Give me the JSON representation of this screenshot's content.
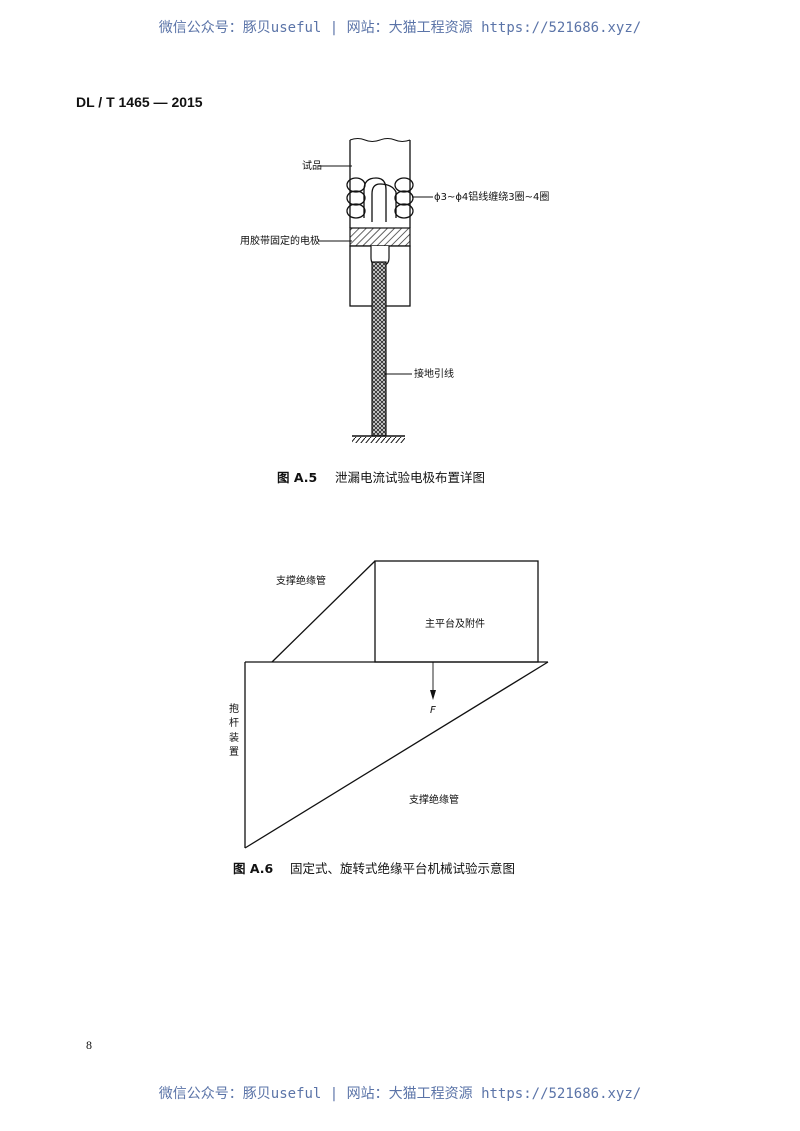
{
  "watermark": "微信公众号：豚贝useful | 网站：大猫工程资源 https://521686.xyz/",
  "header": {
    "standard_code": "DL / T 1465 — 2015"
  },
  "figure_a5": {
    "label_specimen": "试品",
    "label_winding": "ϕ3~ϕ4铝线缠绕3圈~4圈",
    "label_electrode": "用胶带固定的电极",
    "label_ground_lead": "接地引线",
    "caption_number": "图 A.5",
    "caption_title": "泄漏电流试验电极布置详图"
  },
  "figure_a6": {
    "label_support_tube_top": "支撑绝缘管",
    "label_main_platform": "主平台及附件",
    "label_force": "F",
    "label_clamp_device": [
      "抱",
      "杆",
      "装",
      "置"
    ],
    "label_support_tube_bottom": "支撑绝缘管",
    "caption_number": "图 A.6",
    "caption_title": "固定式、旋转式绝缘平台机械试验示意图"
  },
  "footer": {
    "page_number": "8"
  }
}
